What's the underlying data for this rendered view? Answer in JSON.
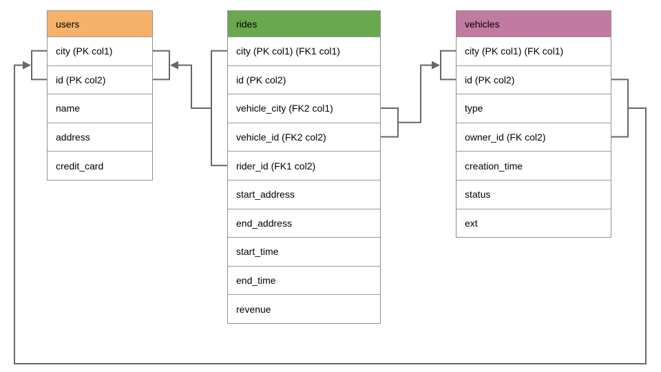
{
  "diagram": {
    "type": "database-schema-er-diagram",
    "background_color": "#ffffff",
    "connector_color": "#666666",
    "cell_border_color": "#9a9a9a",
    "text_color": "#000000",
    "tables": [
      {
        "title": "users",
        "header_color": "#f6b26b",
        "columns": [
          "city (PK col1)",
          "id (PK col2)",
          "name",
          "address",
          "credit_card"
        ]
      },
      {
        "title": "rides",
        "header_color": "#6aa84f",
        "columns": [
          "city (PK col1) (FK1 col1)",
          "id (PK col2)",
          "vehicle_city (FK2 col1)",
          "vehicle_id (FK2 col2)",
          "rider_id (FK1 col2)",
          "start_address",
          "end_address",
          "start_time",
          "end_time",
          "revenue"
        ]
      },
      {
        "title": "vehicles",
        "header_color": "#c27ba0",
        "columns": [
          "city (PK col1) (FK col1)",
          "id (PK col2)",
          "type",
          "owner_id (FK col2)",
          "creation_time",
          "status",
          "ext"
        ]
      }
    ],
    "relationships": [
      {
        "name": "rides_fk1",
        "from": "rides (city, rider_id)",
        "to": "users (city, id)",
        "arrow_points_to": "users"
      },
      {
        "name": "rides_fk2",
        "from": "rides (vehicle_city, vehicle_id)",
        "to": "vehicles (city, id)",
        "arrow_points_to": "vehicles"
      },
      {
        "name": "vehicles_fk",
        "from": "vehicles (city, owner_id)",
        "to": "users (city, id)",
        "arrow_points_to": "users"
      }
    ]
  }
}
